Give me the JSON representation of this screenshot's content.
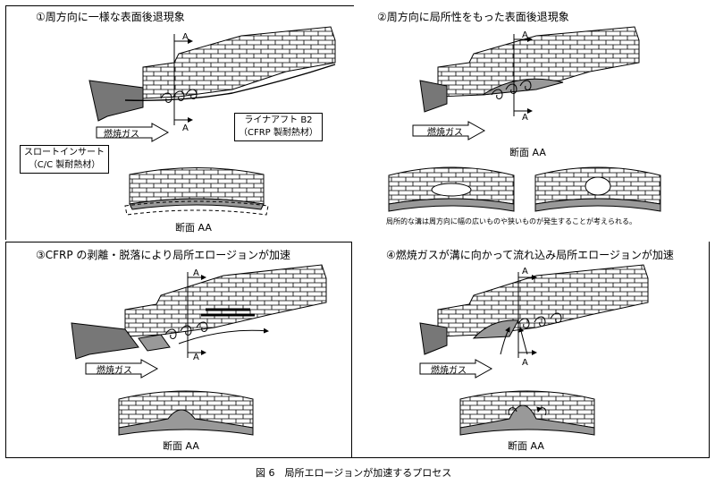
{
  "panels": [
    {
      "title": "①周方向に一様な表面後退現象",
      "section_label": "断面 AA",
      "gas_label": "燃焼ガス"
    },
    {
      "title": "②周方向に局所性をもった表面後退現象",
      "section_label": "断面 AA",
      "gas_label": "燃焼ガス",
      "note": "局所的な溝は周方向に幅の広いものや狭いものが発生することが考えられる。"
    },
    {
      "title": "③CFRP の剥離・脱落により局所エロージョンが加速",
      "section_label": "断面 AA",
      "gas_label": "燃焼ガス"
    },
    {
      "title": "④燃焼ガスが溝に向かって流れ込み局所エロージョンが加速",
      "section_label": "断面 AA",
      "gas_label": "燃焼ガス"
    }
  ],
  "labels": {
    "liner_line1": "ライナアフト B2",
    "liner_line2": "（CFRP 製耐熱材）",
    "throat_line1": "スロートインサート",
    "throat_line2": "（C/C 製耐熱材）",
    "section_marker": "A"
  },
  "caption": "図 6　局所エロージョンが加速するプロセス"
}
